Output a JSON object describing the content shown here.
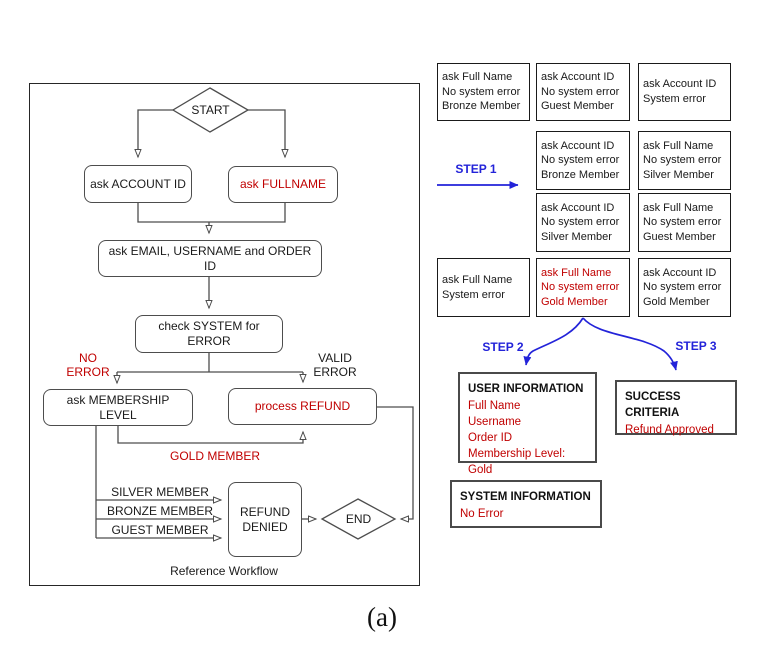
{
  "caption": "(a)",
  "colors": {
    "red": "#c00000",
    "blue": "#2323d9",
    "node_border": "#4d4d4d"
  },
  "flowchart": {
    "label": "Reference Workflow",
    "nodes": {
      "start": "START",
      "ask_account_id": "ask ACCOUNT ID",
      "ask_fullname": "ask FULLNAME",
      "ask_email": "ask EMAIL, USERNAME and ORDER ID",
      "check_system": "check SYSTEM for ERROR",
      "ask_membership": "ask MEMBERSHIP LEVEL",
      "process_refund": "process REFUND",
      "refund_denied": "REFUND DENIED",
      "end": "END"
    },
    "edge_labels": {
      "no_error": "NO ERROR",
      "valid_error": "VALID ERROR",
      "gold": "GOLD MEMBER",
      "silver": "SILVER MEMBER",
      "bronze": "BRONZE MEMBER",
      "guest": "GUEST MEMBER"
    }
  },
  "steps": {
    "step1": "STEP 1",
    "step2": "STEP 2",
    "step3": "STEP 3"
  },
  "cases": [
    {
      "lines": [
        "ask Full Name",
        "No system error",
        "Bronze Member"
      ],
      "highlight": false
    },
    {
      "lines": [
        "ask Account ID",
        "No system error",
        "Guest Member"
      ],
      "highlight": false
    },
    {
      "lines": [
        "ask Account ID",
        "System error"
      ],
      "highlight": false
    },
    {
      "lines": [
        "ask Account ID",
        "No system error",
        "Bronze Member"
      ],
      "highlight": false
    },
    {
      "lines": [
        "ask Full Name",
        "No system error",
        "Silver Member"
      ],
      "highlight": false
    },
    {
      "lines": [
        "ask Account ID",
        "No system error",
        "Silver Member"
      ],
      "highlight": false
    },
    {
      "lines": [
        "ask Full Name",
        "No system error",
        "Guest Member"
      ],
      "highlight": false
    },
    {
      "lines": [
        "ask Full Name",
        "System error"
      ],
      "highlight": false
    },
    {
      "lines": [
        "ask Full Name",
        "No system error",
        "Gold Member"
      ],
      "highlight": true
    },
    {
      "lines": [
        "ask Account ID",
        "No system error",
        "Gold Member"
      ],
      "highlight": false
    }
  ],
  "info_boxes": {
    "user": {
      "title": "USER INFORMATION",
      "lines": [
        "Full Name",
        "Username",
        "Order ID",
        "Membership Level: Gold"
      ]
    },
    "success": {
      "title": "SUCCESS CRITERIA",
      "lines": [
        "Refund Approved"
      ]
    },
    "system": {
      "title": "SYSTEM INFORMATION",
      "lines": [
        "No Error"
      ]
    }
  }
}
